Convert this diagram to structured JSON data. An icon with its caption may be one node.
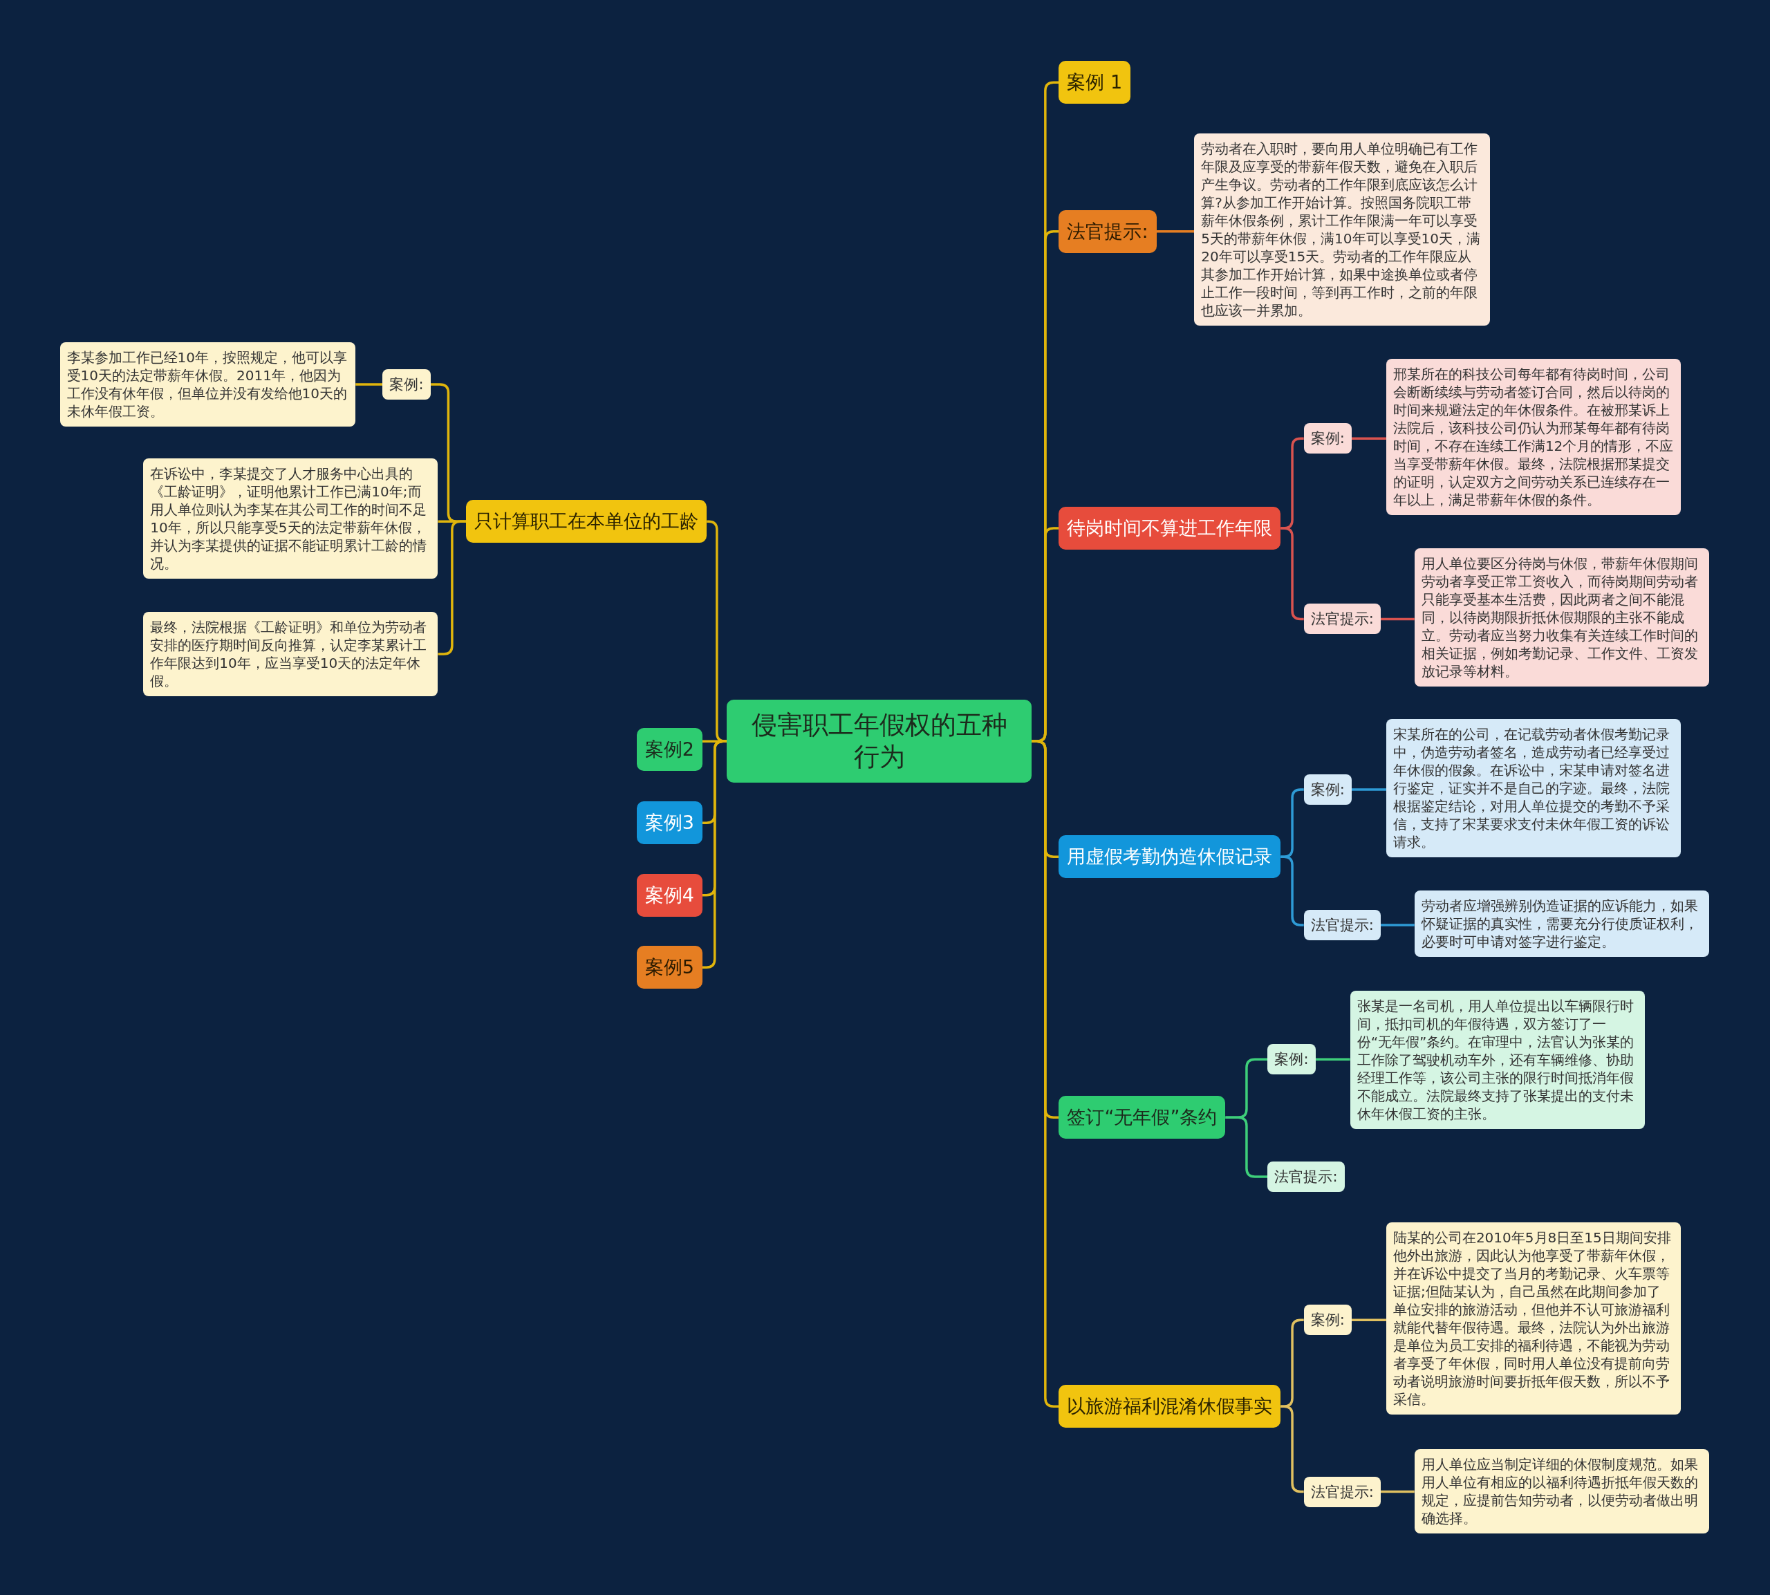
{
  "diagram": {
    "nodes": [
      {
        "text": [
          "侵害职工年假权的五种行为"
        ]
      },
      {
        "text": [
          "只计算职工在本单位的工龄"
        ]
      },
      {
        "text": [
          "案例:"
        ]
      },
      {
        "text": [
          "李某参加工作已经10年，按照规定，他可以享受10天的法定带薪年休假。2011年，他因为工作没有休年假，但单位并没有发给他10天的未休年假工资。"
        ]
      },
      {
        "text": [
          "在诉讼中，李某提交了人才服务中心出具的《工龄证明》，证明他累计工作已满10年;而用人单位则认为李某在其公司工作的时间不足10年，所以只能享受5天的法定带薪年休假，并认为李某提供的证据不能证明累计工龄的情况。"
        ]
      },
      {
        "text": [
          "最终，法院根据《工龄证明》和单位为劳动者安排的医疗期时间反向推算，认定李某累计工作年限达到10年，应当享受10天的法定年休假。"
        ]
      },
      {
        "text": [
          "案例2"
        ]
      },
      {
        "text": [
          "案例3"
        ]
      },
      {
        "text": [
          "案例4"
        ]
      },
      {
        "text": [
          "案例5"
        ]
      },
      {
        "text": [
          "案例 1"
        ]
      },
      {
        "text": [
          "法官提示:"
        ]
      },
      {
        "text": [
          "劳动者在入职时，要向用人单位明确已有工作年限及应享受的带薪年假天数，避免在入职后产生争议。劳动者的工作年限到底应该怎么计算?从参加工作开始计算。按照国务院职工带薪年休假条例，累计工作年限满一年可以享受5天的带薪年休假，满10年可以享受10天，满20年可以享受15天。劳动者的工作年限应从其参加工作开始计算，如果中途换单位或者停止工作一段时间，等到再工作时，之前的年限也应该一并累加。"
        ]
      },
      {
        "text": [
          "待岗时间不算进工作年限"
        ]
      },
      {
        "text": [
          "案例:"
        ]
      },
      {
        "text": [
          "邢某所在的科技公司每年都有待岗时间，公司会断断续续与劳动者签订合同，然后以待岗的时间来规避法定的年休假条件。在被邢某诉上法院后，该科技公司仍认为邢某每年都有待岗时间，不存在连续工作满12个月的情形，不应当享受带薪年休假。最终，法院根据邢某提交的证明，认定双方之间劳动关系已连续存在一年以上，满足带薪年休假的条件。"
        ]
      },
      {
        "text": [
          "法官提示:"
        ]
      },
      {
        "text": [
          "用人单位要区分待岗与休假，带薪年休假期间劳动者享受正常工资收入，而待岗期间劳动者只能享受基本生活费，因此两者之间不能混同，以待岗期限折抵休假期限的主张不能成立。劳动者应当努力收集有关连续工作时间的相关证据，例如考勤记录、工作文件、工资发放记录等材料。"
        ]
      },
      {
        "text": [
          "用虚假考勤伪造休假记录"
        ]
      },
      {
        "text": [
          "案例:"
        ]
      },
      {
        "text": [
          "宋某所在的公司，在记载劳动者休假考勤记录中，伪造劳动者签名，造成劳动者已经享受过年休假的假象。在诉讼中，宋某申请对签名进行鉴定，证实并不是自己的字迹。最终，法院根据鉴定结论，对用人单位提交的考勤不予采信，支持了宋某要求支付未休年假工资的诉讼请求。"
        ]
      },
      {
        "text": [
          "法官提示:"
        ]
      },
      {
        "text": [
          "劳动者应增强辨别伪造证据的应诉能力，如果怀疑证据的真实性，需要充分行使质证权利，必要时可申请对签字进行鉴定。"
        ]
      },
      {
        "text": [
          "签订“无年假”条约"
        ]
      },
      {
        "text": [
          "案例:"
        ]
      },
      {
        "text": [
          "张某是一名司机，用人单位提出以车辆限行时间，抵扣司机的年假待遇，双方签订了一份“无年假”条约。在审理中，法官认为张某的工作除了驾驶机动车外，还有车辆维修、协助经理工作等，该公司主张的限行时间抵消年假不能成立。法院最终支持了张某提出的支付未休年休假工资的主张。"
        ]
      },
      {
        "text": [
          "法官提示:"
        ]
      },
      {
        "text": [
          "以旅游福利混淆休假事实"
        ]
      },
      {
        "text": [
          "案例:"
        ]
      },
      {
        "text": [
          "陆某的公司在2010年5月8日至15日期间安排他外出旅游，因此认为他享受了带薪年休假，并在诉讼中提交了当月的考勤记录、火车票等证据;但陆某认为，自己虽然在此期间参加了单位安排的旅游活动，但他并不认可旅游福利就能代替年假待遇。最终，法院认为外出旅游是单位为员工安排的福利待遇，不能视为劳动者享受了年休假，同时用人单位没有提前向劳动者说明旅游时间要折抵年假天数，所以不予采信。"
        ]
      },
      {
        "text": [
          "法官提示:"
        ]
      },
      {
        "text": [
          "用人单位应当制定详细的休假制度规范。如果用人单位有相应的以福利待遇折抵年假天数的规定，应提前告知劳动者，以便劳动者做出明确选择。"
        ]
      }
    ],
    "edges": [
      {
        "from": 0,
        "to": 1,
        "arrow": "none",
        "color": "#e0b50c"
      },
      {
        "from": 1,
        "to": 2,
        "arrow": "none",
        "color": "#e0b50c"
      },
      {
        "from": 2,
        "to": 3,
        "arrow": "none",
        "color": "#e0b50c"
      },
      {
        "from": 1,
        "to": 4,
        "arrow": "none",
        "color": "#e0b50c"
      },
      {
        "from": 1,
        "to": 5,
        "arrow": "none",
        "color": "#e0b50c"
      },
      {
        "from": 0,
        "to": 6,
        "arrow": "none",
        "color": "#e0b50c"
      },
      {
        "from": 0,
        "to": 7,
        "arrow": "none",
        "color": "#e0b50c"
      },
      {
        "from": 0,
        "to": 8,
        "arrow": "none",
        "color": "#e0b50c"
      },
      {
        "from": 0,
        "to": 9,
        "arrow": "none",
        "color": "#e0b50c"
      },
      {
        "from": 0,
        "to": 10,
        "arrow": "none",
        "color": "#e0b50c"
      },
      {
        "from": 0,
        "to": 11,
        "arrow": "none",
        "color": "#e0b50c"
      },
      {
        "from": 11,
        "to": 12,
        "arrow": "none",
        "color": "#e67e22"
      },
      {
        "from": 0,
        "to": 13,
        "arrow": "none",
        "color": "#e0b50c"
      },
      {
        "from": 13,
        "to": 14,
        "arrow": "none",
        "color": "#d9534f"
      },
      {
        "from": 14,
        "to": 15,
        "arrow": "none",
        "color": "#d9534f"
      },
      {
        "from": 13,
        "to": 16,
        "arrow": "none",
        "color": "#d9534f"
      },
      {
        "from": 16,
        "to": 17,
        "arrow": "none",
        "color": "#d9534f"
      },
      {
        "from": 0,
        "to": 18,
        "arrow": "none",
        "color": "#e0b50c"
      },
      {
        "from": 18,
        "to": 19,
        "arrow": "none",
        "color": "#2e9bd6"
      },
      {
        "from": 19,
        "to": 20,
        "arrow": "none",
        "color": "#2e9bd6"
      },
      {
        "from": 18,
        "to": 21,
        "arrow": "none",
        "color": "#2e9bd6"
      },
      {
        "from": 21,
        "to": 22,
        "arrow": "none",
        "color": "#2e9bd6"
      },
      {
        "from": 0,
        "to": 23,
        "arrow": "none",
        "color": "#e0b50c"
      },
      {
        "from": 23,
        "to": 24,
        "arrow": "none",
        "color": "#3ecf7a"
      },
      {
        "from": 24,
        "to": 25,
        "arrow": "none",
        "color": "#3ecf7a"
      },
      {
        "from": 23,
        "to": 26,
        "arrow": "none",
        "color": "#3ecf7a"
      },
      {
        "from": 0,
        "to": 27,
        "arrow": "none",
        "color": "#e0b50c"
      },
      {
        "from": 27,
        "to": 28,
        "arrow": "none",
        "color": "#e0c060"
      },
      {
        "from": 28,
        "to": 29,
        "arrow": "none",
        "color": "#e0c060"
      },
      {
        "from": 27,
        "to": 30,
        "arrow": "none",
        "color": "#e0c060"
      },
      {
        "from": 30,
        "to": 31,
        "arrow": "none",
        "color": "#e0c060"
      }
    ]
  }
}
